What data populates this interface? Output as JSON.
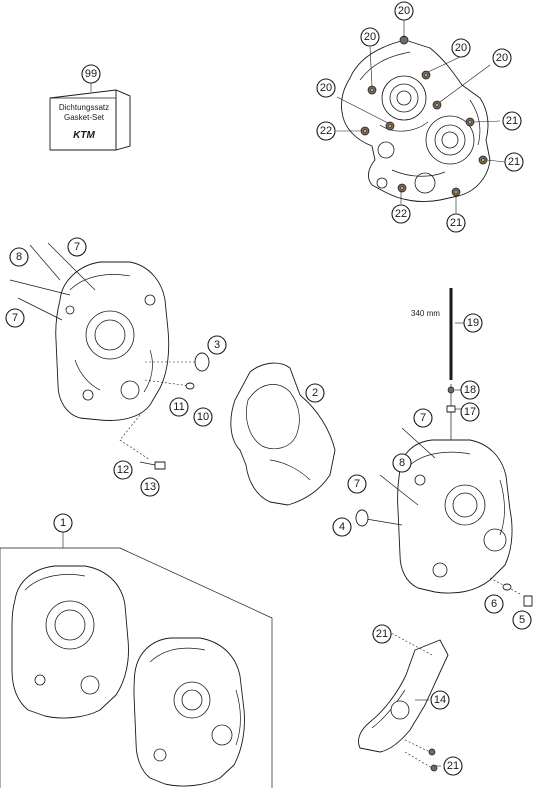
{
  "gasket_set": {
    "part_no": "99",
    "label_de": "Dichtungssatz",
    "label_en": "Gasket-Set",
    "logo": "KTM"
  },
  "dimension_label": "340 mm",
  "callouts": [
    {
      "n": "20"
    },
    {
      "n": "20"
    },
    {
      "n": "20"
    },
    {
      "n": "20"
    },
    {
      "n": "20"
    },
    {
      "n": "22"
    },
    {
      "n": "21"
    },
    {
      "n": "21"
    },
    {
      "n": "22"
    },
    {
      "n": "21"
    },
    {
      "n": "7"
    },
    {
      "n": "8"
    },
    {
      "n": "7"
    },
    {
      "n": "3"
    },
    {
      "n": "11"
    },
    {
      "n": "10"
    },
    {
      "n": "2"
    },
    {
      "n": "12"
    },
    {
      "n": "13"
    },
    {
      "n": "19"
    },
    {
      "n": "18"
    },
    {
      "n": "17"
    },
    {
      "n": "7"
    },
    {
      "n": "8"
    },
    {
      "n": "7"
    },
    {
      "n": "4"
    },
    {
      "n": "1"
    },
    {
      "n": "6"
    },
    {
      "n": "5"
    },
    {
      "n": "21"
    },
    {
      "n": "14"
    },
    {
      "n": "21"
    }
  ],
  "colors": {
    "line": "#1a1a1a",
    "nut_fill": "#6b6b6b",
    "nut_accent": "#e8a24a",
    "background": "#ffffff"
  }
}
